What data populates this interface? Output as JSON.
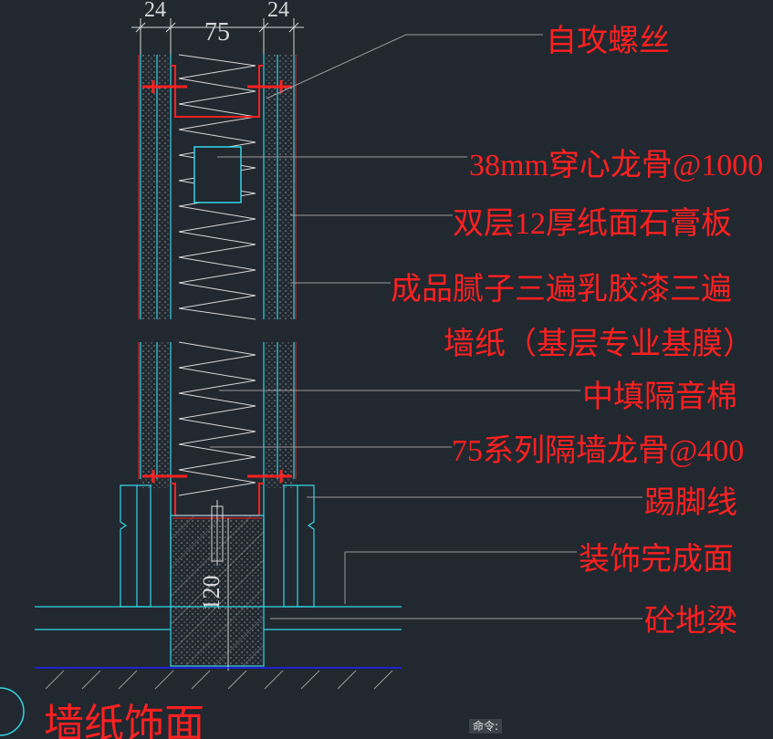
{
  "dimensions": {
    "left": "24",
    "middle": "75",
    "right": "24",
    "vertical": "120"
  },
  "labels": [
    "自攻螺丝",
    "38mm穿心龙骨@1000",
    "双层12厚纸面石膏板",
    "成品腻子三遍乳胶漆三遍",
    "墙纸（基层专业基膜）",
    "中填隔音棉",
    "75系列隔墙龙骨@400",
    "踢脚线",
    "装饰完成面",
    "砼地梁"
  ],
  "title": "墙纸饰面",
  "command_line": {
    "prompt": "命令:"
  },
  "colors": {
    "background": "#212830",
    "cyan": "#33d6e6",
    "red": "#ff2020",
    "white": "#d8d8d8",
    "leader": "#9a9a9a",
    "blue": "#2020ff"
  }
}
